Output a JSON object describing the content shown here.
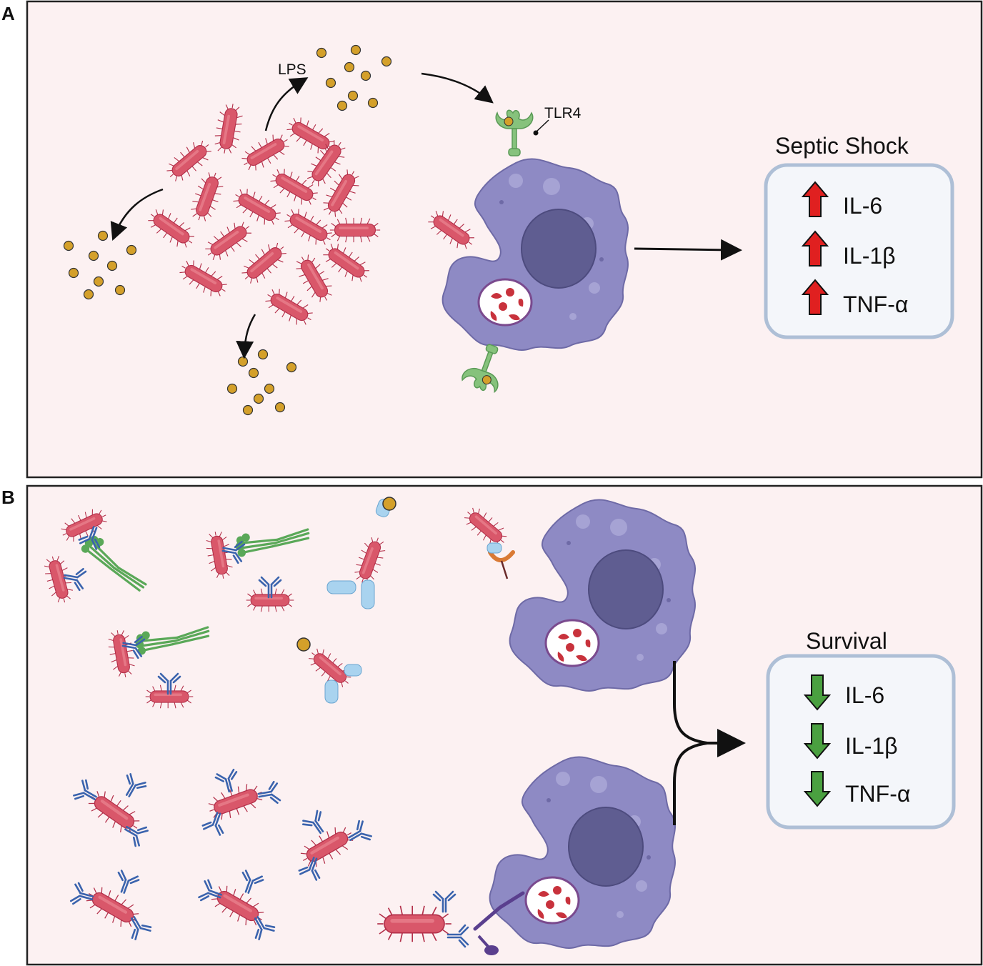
{
  "panel_a": {
    "label": "A",
    "lps_label": "LPS",
    "tlr4_label": "TLR4",
    "outcome": {
      "title": "Septic Shock",
      "direction": "up",
      "items": [
        "IL-6",
        "IL-1β",
        "TNF-α"
      ]
    }
  },
  "panel_b": {
    "label": "B",
    "outcome": {
      "title": "Survival",
      "direction": "down",
      "items": [
        "IL-6",
        "IL-1β",
        "TNF-α"
      ]
    }
  },
  "colors": {
    "panel_background": "#fcf1f2",
    "bacterium": "#d9576a",
    "pili": "#b3304a",
    "lps_particle": "#d4a02a",
    "macrophage": "#8e8ac4",
    "nucleus": "#5f5d91",
    "tlr4": "#86c27c",
    "igm": "#5aa858",
    "igg": "#3a63ad",
    "nanobody": "#a9d3ef",
    "up_arrow": "#e02020",
    "down_arrow": "#4aa040",
    "outcome_box_border": "#aebfd6",
    "outcome_box_fill": "#f4f6fa"
  }
}
